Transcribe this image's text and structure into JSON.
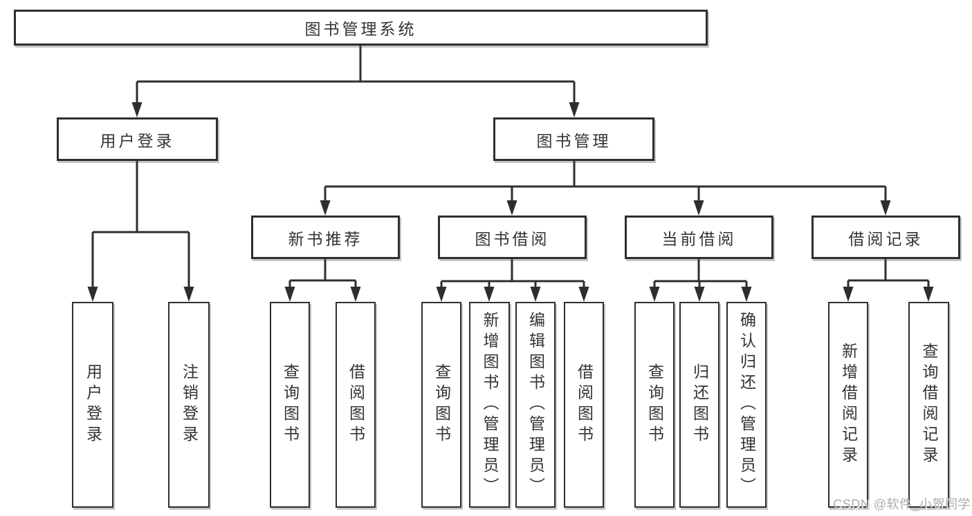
{
  "diagram": {
    "type": "hierarchy-tree",
    "root": {
      "label": "图书管理系统"
    },
    "branches": [
      {
        "label": "用户登录",
        "children": [
          {
            "label": "用户登录"
          },
          {
            "label": "注销登录"
          }
        ]
      },
      {
        "label": "图书管理",
        "children": [
          {
            "label": "新书推荐",
            "children": [
              {
                "label": "查询图书"
              },
              {
                "label": "借阅图书"
              }
            ]
          },
          {
            "label": "图书借阅",
            "children": [
              {
                "label": "查询图书"
              },
              {
                "label": "新增图书（管理员）"
              },
              {
                "label": "编辑图书（管理员）"
              },
              {
                "label": "借阅图书"
              }
            ]
          },
          {
            "label": "当前借阅",
            "children": [
              {
                "label": "查询图书"
              },
              {
                "label": "归还图书"
              },
              {
                "label": "确认归还（管理员）"
              }
            ]
          },
          {
            "label": "借阅记录",
            "children": [
              {
                "label": "新增借阅记录"
              },
              {
                "label": "查询借阅记录"
              }
            ]
          }
        ]
      }
    ]
  },
  "watermark": "CSDN @软件_小贺同学",
  "colors": {
    "line": "#2e2e2e",
    "box_border": "#2e2e2e",
    "box_background": "#ffffff",
    "text": "#333333",
    "watermark": "#ababab"
  }
}
